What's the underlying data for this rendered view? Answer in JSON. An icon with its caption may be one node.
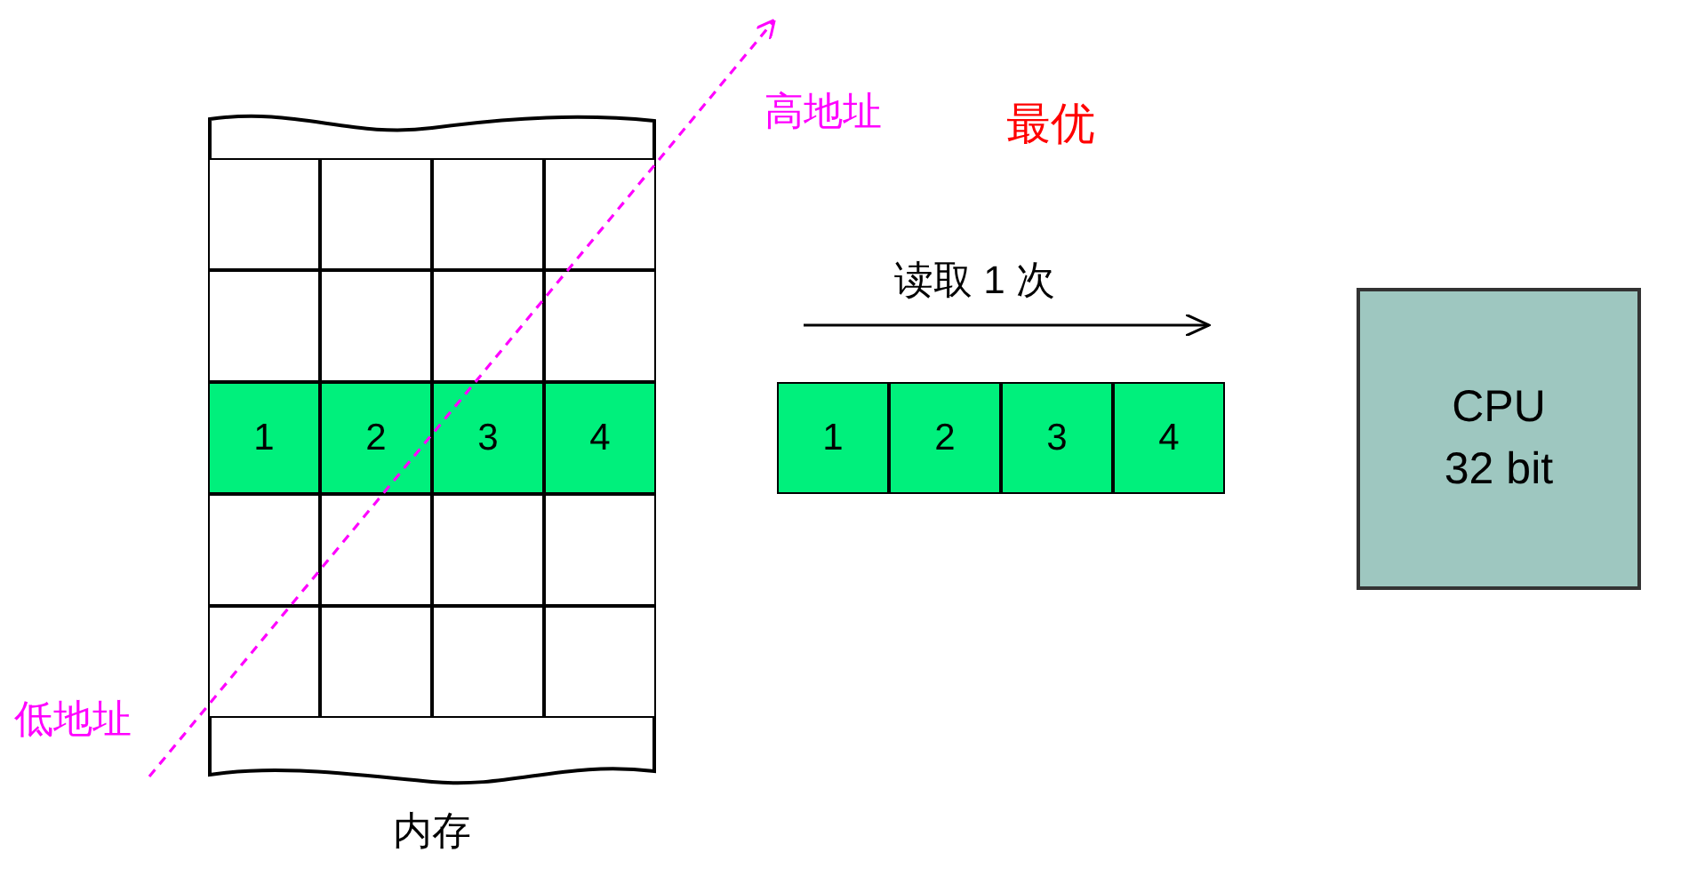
{
  "diagram": {
    "nodes": [
      {
        "text": [
          "内存"
        ]
      },
      {
        "text": [],
        "shape": "box",
        "in": 0
      },
      {
        "text": [],
        "shape": "box",
        "in": 0
      },
      {
        "text": [],
        "shape": "box",
        "in": 0
      },
      {
        "text": [],
        "shape": "box",
        "in": 0
      },
      {
        "text": [],
        "shape": "box",
        "in": 0
      },
      {
        "text": [],
        "shape": "box",
        "in": 0
      },
      {
        "text": [],
        "shape": "box",
        "in": 0
      },
      {
        "text": [],
        "shape": "box",
        "in": 0
      },
      {
        "text": [
          "1"
        ],
        "in": 0
      },
      {
        "text": [
          "2"
        ],
        "in": 0
      },
      {
        "text": [
          "3"
        ],
        "in": 0
      },
      {
        "text": [
          "4"
        ],
        "in": 0
      },
      {
        "text": [],
        "shape": "box",
        "in": 0
      },
      {
        "text": [],
        "shape": "box",
        "in": 0
      },
      {
        "text": [],
        "shape": "box",
        "in": 0
      },
      {
        "text": [],
        "shape": "box",
        "in": 0
      },
      {
        "text": [],
        "shape": "box",
        "in": 0
      },
      {
        "text": [],
        "shape": "box",
        "in": 0
      },
      {
        "text": [],
        "shape": "box",
        "in": 0
      },
      {
        "text": [],
        "shape": "box",
        "in": 0
      },
      {
        "text": [
          "1"
        ]
      },
      {
        "text": [
          "2"
        ]
      },
      {
        "text": [
          "3"
        ]
      },
      {
        "text": [
          "4"
        ]
      },
      {
        "text": [
          "CPU 32 bit"
        ]
      }
    ],
    "labels": [
      "高地址",
      "最优",
      "读取 1 次",
      "低地址"
    ]
  }
}
